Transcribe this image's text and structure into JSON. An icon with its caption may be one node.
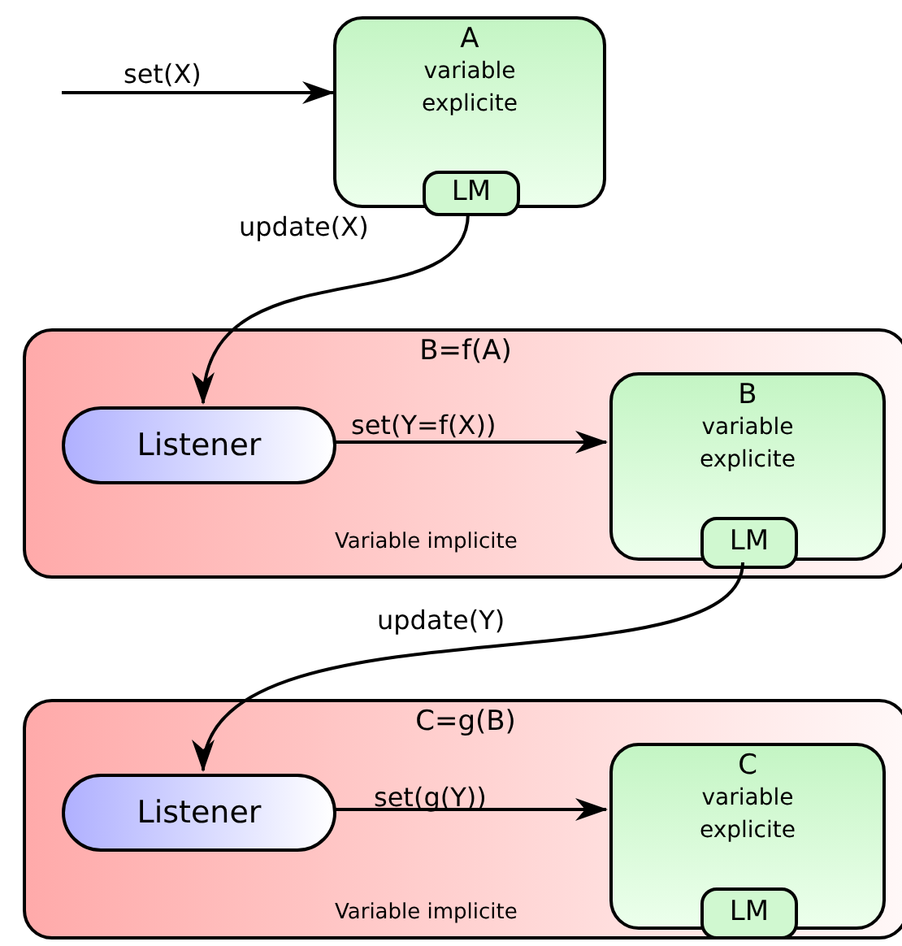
{
  "diagram": {
    "nodes": [
      {
        "text": [
          "A",
          "variable explicite"
        ]
      },
      {
        "text": [
          "LM"
        ],
        "in": 0
      },
      {
        "text": [
          "B=f(A)",
          "Variable implicite"
        ]
      },
      {
        "text": [
          "Listener"
        ],
        "in": 2
      },
      {
        "text": [
          "B",
          "variable explicite"
        ],
        "in": 2
      },
      {
        "text": [
          "LM"
        ],
        "in": 4
      },
      {
        "text": [
          "C=g(B)",
          "Variable implicite"
        ]
      },
      {
        "text": [
          "Listener"
        ],
        "in": 6
      },
      {
        "text": [
          "C",
          "variable explicite"
        ],
        "in": 6
      },
      {
        "text": [
          "LM"
        ],
        "in": 8
      }
    ],
    "edges": [
      {
        "from": null,
        "to": 0,
        "arrow": "to",
        "label": "set(X)"
      },
      {
        "from": 1,
        "to": 3,
        "arrow": "to",
        "label": "update(X)"
      },
      {
        "from": 3,
        "to": 4,
        "arrow": "to",
        "label": "set(Y=f(X))"
      },
      {
        "from": 5,
        "to": 7,
        "arrow": "to",
        "label": "update(Y)"
      },
      {
        "from": 7,
        "to": 8,
        "arrow": "to",
        "label": "set(g(Y))"
      }
    ]
  }
}
